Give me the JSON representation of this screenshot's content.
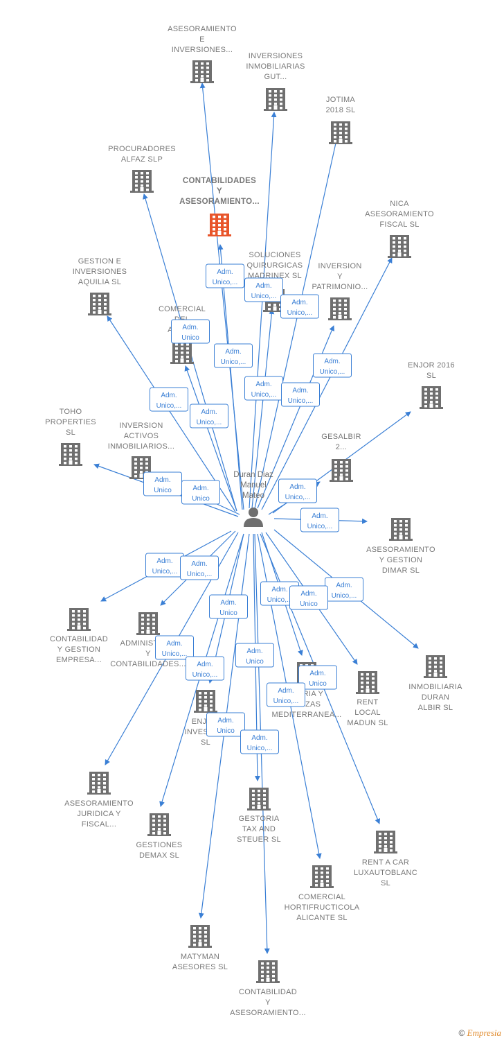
{
  "colors": {
    "edge": "#3a7fd5",
    "building": "#6f6f6f",
    "focus_building": "#e8552b",
    "text": "#777777"
  },
  "center": {
    "label_lines": [
      "Duran Diaz",
      "Manuel",
      "Mateo"
    ],
    "icon": "person-icon"
  },
  "nodes": [
    {
      "label_lines": [
        "ASESORAMIENTO",
        "E",
        "INVERSIONES..."
      ],
      "focus": false,
      "icon": "building-icon"
    },
    {
      "label_lines": [
        "INVERSIONES",
        "INMOBILIARIAS",
        "GUT..."
      ],
      "focus": false,
      "icon": "building-icon"
    },
    {
      "label_lines": [
        "JOTIMA",
        "2018  SL"
      ],
      "focus": false,
      "icon": "building-icon"
    },
    {
      "label_lines": [
        "PROCURADORES",
        "ALFAZ SLP"
      ],
      "focus": false,
      "icon": "building-icon"
    },
    {
      "label_lines": [
        "CONTABILIDADES",
        "Y",
        "ASESORAMIENTO..."
      ],
      "focus": true,
      "icon": "building-icon"
    },
    {
      "label_lines": [
        "NICA",
        "ASESORAMIENTO",
        "FISCAL  SL"
      ],
      "focus": false,
      "icon": "building-icon"
    },
    {
      "label_lines": [
        "GESTION E",
        "INVERSIONES",
        "AQUILIA  SL"
      ],
      "focus": false,
      "icon": "building-icon"
    },
    {
      "label_lines": [
        "SOLUCIONES",
        "QUIRURGICAS",
        "MADRINEX  SL"
      ],
      "focus": false,
      "icon": "building-icon"
    },
    {
      "label_lines": [
        "INVERSION",
        "Y",
        "PATRIMONIO..."
      ],
      "focus": false,
      "icon": "building-icon"
    },
    {
      "label_lines": [
        "COMERCIAL",
        "DEL",
        "ALUM..."
      ],
      "focus": false,
      "icon": "building-icon"
    },
    {
      "label_lines": [
        "ENJOR 2016",
        "SL"
      ],
      "focus": false,
      "icon": "building-icon"
    },
    {
      "label_lines": [
        "TOHO",
        "PROPERTIES",
        "SL"
      ],
      "focus": false,
      "icon": "building-icon"
    },
    {
      "label_lines": [
        "INVERSION",
        "ACTIVOS",
        "INMOBILIARIOS..."
      ],
      "focus": false,
      "icon": "building-icon"
    },
    {
      "label_lines": [
        "GESALBIR",
        "2..."
      ],
      "focus": false,
      "icon": "building-icon"
    },
    {
      "label_lines": [
        "ASESORAMIENTO",
        "Y GESTION",
        "DIMAR  SL"
      ],
      "focus": false,
      "icon": "building-icon"
    },
    {
      "label_lines": [
        "CONTABILIDAD",
        "Y GESTION",
        "EMPRESA..."
      ],
      "focus": false,
      "icon": "building-icon"
    },
    {
      "label_lines": [
        "ADMINISTRA...",
        "Y",
        "CONTABILIDADES..."
      ],
      "focus": false,
      "icon": "building-icon"
    },
    {
      "label_lines": [
        "ENJO...",
        "INVESTM...",
        "SL"
      ],
      "focus": false,
      "icon": "building-icon"
    },
    {
      "label_lines": [
        "...ORIA Y",
        "...NZAS",
        "MEDITERRANEA..."
      ],
      "focus": false,
      "icon": "building-icon"
    },
    {
      "label_lines": [
        "RENT",
        "LOCAL",
        "MADUN  SL"
      ],
      "focus": false,
      "icon": "building-icon"
    },
    {
      "label_lines": [
        "INMOBILIARIA",
        "DURAN",
        "ALBIR  SL"
      ],
      "focus": false,
      "icon": "building-icon"
    },
    {
      "label_lines": [
        "ASESORAMIENTO",
        "JURIDICA Y",
        "FISCAL..."
      ],
      "focus": false,
      "icon": "building-icon"
    },
    {
      "label_lines": [
        "GESTIONES",
        "DEMAX  SL"
      ],
      "focus": false,
      "icon": "building-icon"
    },
    {
      "label_lines": [
        "GESTORIA",
        "TAX AND",
        "STEUER SL"
      ],
      "focus": false,
      "icon": "building-icon"
    },
    {
      "label_lines": [
        "RENT A CAR",
        "LUXAUTOBLANC",
        "SL"
      ],
      "focus": false,
      "icon": "building-icon"
    },
    {
      "label_lines": [
        "COMERCIAL",
        "HORTIFRUCTICOLA",
        "ALICANTE  SL"
      ],
      "focus": false,
      "icon": "building-icon"
    },
    {
      "label_lines": [
        "MATYMAN",
        "ASESORES  SL"
      ],
      "focus": false,
      "icon": "building-icon"
    },
    {
      "label_lines": [
        "CONTABILIDAD",
        "Y",
        "ASESORAMIENTO..."
      ],
      "focus": false,
      "icon": "building-icon"
    }
  ],
  "edge_labels": [
    [
      "Adm.",
      "Unico,..."
    ],
    [
      "Adm.",
      "Unico,..."
    ],
    [
      "Adm.",
      "Unico,..."
    ],
    [
      "Adm.",
      "Unico"
    ],
    [
      "Adm.",
      "Unico,..."
    ],
    [
      "Adm.",
      "Unico,..."
    ],
    [
      "Adm.",
      "Unico,..."
    ],
    [
      "Adm.",
      "Unico,..."
    ],
    [
      "Adm.",
      "Unico,..."
    ],
    [
      "Adm.",
      "Unico,..."
    ],
    [
      "Adm.",
      "Unico"
    ],
    [
      "Adm.",
      "Unico"
    ],
    [
      "Adm.",
      "Unico,..."
    ],
    [
      "Adm.",
      "Unico,..."
    ],
    [
      "Adm.",
      "Unico,..."
    ],
    [
      "Adm.",
      "Unico,..."
    ],
    [
      "Adm.",
      "Unico,..."
    ],
    [
      "Adm.",
      "Unico"
    ],
    [
      "Adm.",
      "Unico,..."
    ],
    [
      "Adm.",
      "Unico"
    ],
    [
      "Adm.",
      "Unico,..."
    ],
    [
      "Adm.",
      "Unico,..."
    ],
    [
      "Adm.",
      "Unico"
    ],
    [
      "Adm.",
      "Unico"
    ],
    [
      "Adm.",
      "Unico,..."
    ],
    [
      "Adm.",
      "Unico"
    ],
    [
      "Adm.",
      "Unico,..."
    ]
  ],
  "footer": {
    "copyright": "©",
    "brand": "Empresia"
  }
}
